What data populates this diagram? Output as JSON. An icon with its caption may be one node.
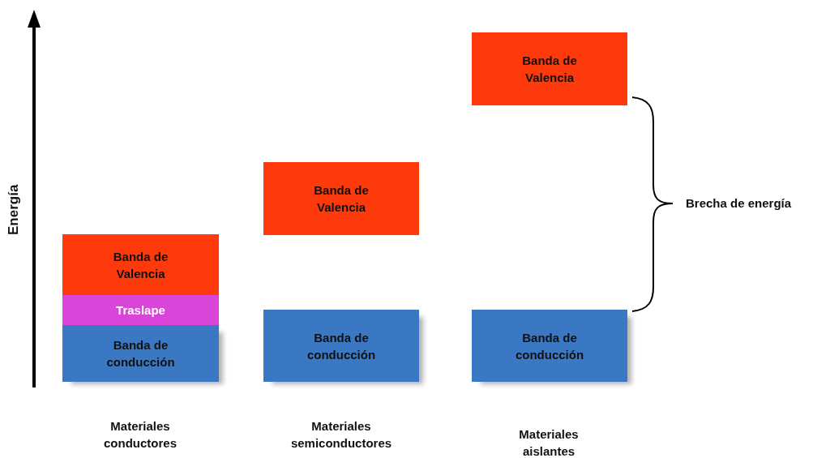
{
  "diagram": {
    "nodes": [
      {
        "text": [
          "Banda de Valencia"
        ]
      },
      {
        "text": [
          "Traslape"
        ]
      },
      {
        "text": [
          "Banda de conducción"
        ]
      },
      {
        "text": [
          "Banda de Valencia"
        ]
      },
      {
        "text": [
          "Banda de conducción"
        ]
      },
      {
        "text": [
          "Banda de Valencia"
        ]
      },
      {
        "text": [
          "Banda de conducción"
        ]
      }
    ],
    "edges": [],
    "labels": [
      "Energía",
      "Brecha de energía",
      "Materiales conductores",
      "Materiales semiconductores",
      "Materiales aislantes"
    ]
  }
}
